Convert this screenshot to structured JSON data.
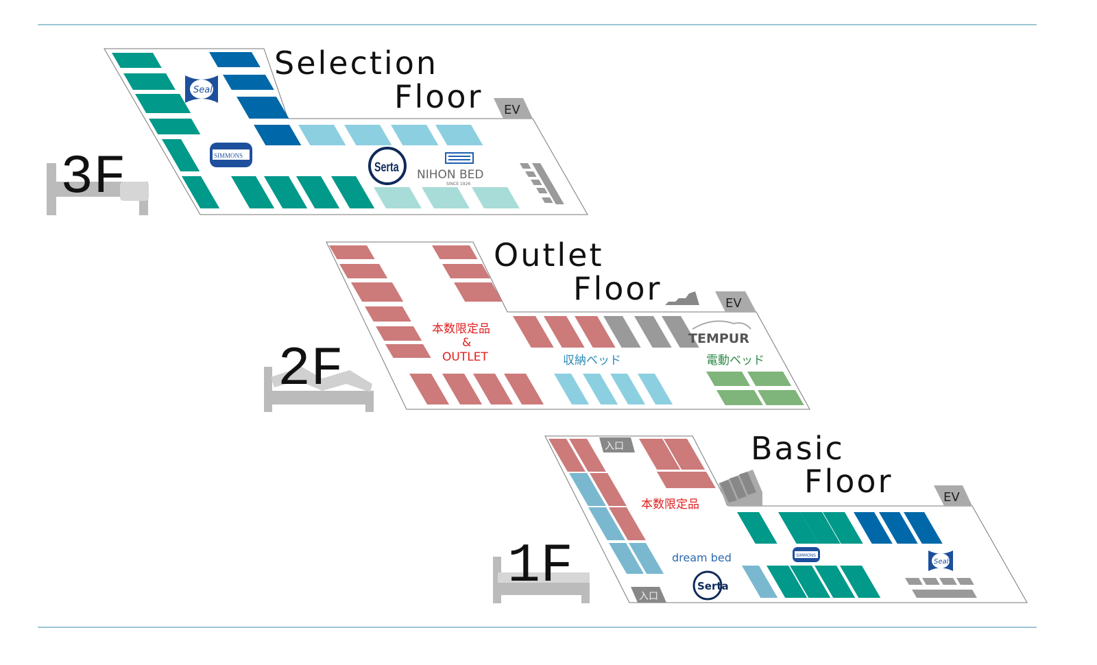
{
  "colors": {
    "teal": "#00998a",
    "blue": "#0068a8",
    "lightblue": "#8ccfe0",
    "paleteal": "#a8dcd8",
    "red": "#cc7a7a",
    "gray": "#9a9a9a",
    "green": "#7fb47a",
    "steelblue": "#7ab8d0",
    "rule": "#3a8fa8"
  },
  "floors": [
    {
      "number": "3F",
      "title_line1": "Selection",
      "title_line2": "Floor",
      "ev": "EV",
      "brands": [
        "Sealy",
        "SIMMONS",
        "Serta",
        "NIHON BED",
        "SINCE 1926"
      ]
    },
    {
      "number": "2F",
      "title_line1": "Outlet",
      "title_line2": "Floor",
      "ev": "EV",
      "label_limited": "本数限定品",
      "label_and": "&",
      "label_outlet": "OUTLET",
      "label_storage": "収納ベッド",
      "label_electric": "電動ベッド",
      "brands": [
        "TEMPUR"
      ]
    },
    {
      "number": "1F",
      "title_line1": "Basic",
      "title_line2": "Floor",
      "ev": "EV",
      "entrance": "入口",
      "label_limited": "本数限定品",
      "brands": [
        "dream bed",
        "SIMMONS",
        "Sealy",
        "Serta"
      ]
    }
  ]
}
